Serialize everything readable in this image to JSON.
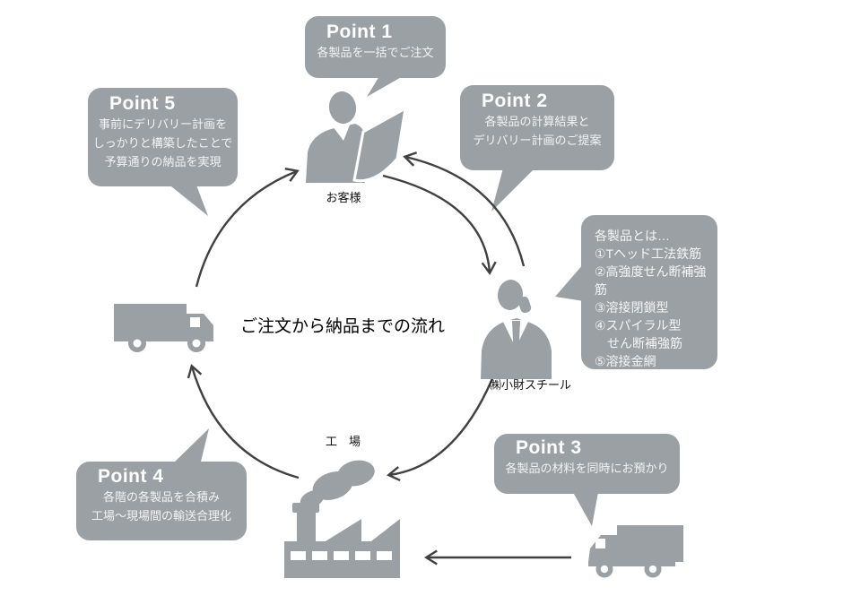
{
  "diagram": {
    "center_title": "ご注文から納品までの流れ",
    "bubbles": {
      "point1": {
        "title": "Point 1",
        "lines": [
          "各製品を一括でご注文"
        ]
      },
      "point2": {
        "title": "Point 2",
        "lines": [
          "各製品の計算結果と",
          "デリバリー計画のご提案"
        ]
      },
      "point3": {
        "title": "Point 3",
        "lines": [
          "各製品の材料を同時にお預かり"
        ]
      },
      "point4": {
        "title": "Point 4",
        "lines": [
          "各階の各製品を合積み",
          "工場～現場間の輸送合理化"
        ]
      },
      "point5": {
        "title": "Point 5",
        "lines": [
          "事前にデリバリー計画を",
          "しっかりと構築したことで",
          "予算通りの納品を実現"
        ]
      },
      "products": {
        "lines": [
          "各製品とは…",
          "①Tヘッド工法鉄筋",
          "②高強度せん断補強筋",
          "③溶接閉鎖型",
          "④スパイラル型",
          "　せん断補強筋",
          "⑤溶接金網"
        ]
      }
    },
    "labels": {
      "customer": "お客様",
      "company": "㈱小財スチール",
      "factory": "工　場"
    },
    "icons": {
      "top": "customer-reading-icon",
      "right": "businessman-phone-icon",
      "left": "truck-icon",
      "bottom": "factory-icon",
      "bottom_right": "delivery-truck-icon"
    },
    "colors": {
      "bubble": "#9aa0a4",
      "icon": "#9aa0a4",
      "arrow": "#404040",
      "bubble_text": "#f3f3f3",
      "label_text": "#111111",
      "center_text": "#000000"
    }
  }
}
